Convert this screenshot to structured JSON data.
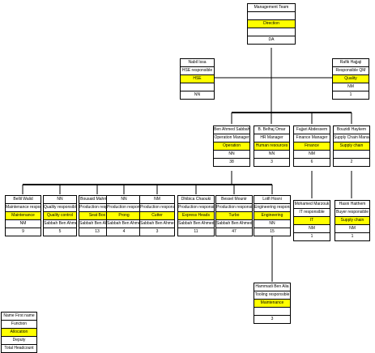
{
  "colors": {
    "highlight": "#ffff00",
    "border": "#000000",
    "background": "#ffffff"
  },
  "nodes": [
    {
      "id": "ceo",
      "cells": [
        "Management Team",
        "",
        "Direction",
        "",
        "DA"
      ]
    },
    {
      "id": "hse",
      "cells": [
        "Nabil Issa",
        "HSE responsible",
        "HSE",
        "",
        "NN"
      ]
    },
    {
      "id": "quality",
      "cells": [
        "Rafik Hajjaji",
        "Responsible QM",
        "Quality",
        "NM",
        "1"
      ]
    },
    {
      "id": "ops",
      "cells": [
        "Ben Ahmed Sabbah",
        "Operation Manager",
        "Operation",
        "NN",
        "38"
      ]
    },
    {
      "id": "hr",
      "cells": [
        "B. Belhaj Omar",
        "HR Manager",
        "Human resources",
        "NN",
        "3"
      ]
    },
    {
      "id": "finance",
      "cells": [
        "Fajjari Abdessem",
        "Finance Manager",
        "Finance",
        "NM",
        "6"
      ]
    },
    {
      "id": "scm",
      "cells": [
        "Bouzidi Haykem",
        "Supply Chain Manager",
        "Supply chain",
        "",
        "2"
      ]
    },
    {
      "id": "it",
      "cells": [
        "Mohamed Marzouk",
        "IT responsible",
        "IT",
        "NM",
        "1"
      ]
    },
    {
      "id": "buyer",
      "cells": [
        "Hasni Haithem",
        "Buyer responsible",
        "Supply chain",
        "NM",
        "1"
      ]
    },
    {
      "id": "maint",
      "cells": [
        "Bellil Walid",
        "Maintenance responsible",
        "Maintenance",
        "NM",
        "9"
      ]
    },
    {
      "id": "qc",
      "cells": [
        "NN",
        "Quality responsible",
        "Quality control",
        "Sabbah Ben Ahmed",
        "5"
      ]
    },
    {
      "id": "seatbox",
      "cells": [
        "Bousaid Mahmoud",
        "Production responsible",
        "Seat Box",
        "Sabbah Ben Ahmed",
        "13"
      ]
    },
    {
      "id": "prong",
      "cells": [
        "NN",
        "Production responsible",
        "Prong",
        "Sabbah Ben Ahmed",
        "4"
      ]
    },
    {
      "id": "cutter",
      "cells": [
        "NM",
        "Production responsible",
        "Cutter",
        "Sabbah Ben Ahmed",
        "3"
      ]
    },
    {
      "id": "expheads",
      "cells": [
        "Dhibica Chaouki",
        "Production responsible",
        "Express Heads",
        "Sabbah Ben Ahmed",
        "11"
      ]
    },
    {
      "id": "turbo",
      "cells": [
        "Bessel Mounir",
        "Production responsible",
        "Turbo",
        "Sabbah Ben Ahmed",
        "47"
      ]
    },
    {
      "id": "eng",
      "cells": [
        "Lotfi Hosni",
        "Engineering responsible",
        "Engineering",
        "NN",
        "15"
      ]
    },
    {
      "id": "tooling",
      "cells": [
        "Hammadi Ben Alia",
        "Tooling responsible",
        "Maintenance",
        "",
        "3"
      ]
    },
    {
      "id": "legend",
      "cells": [
        "Name First name",
        "Function",
        "Allocation",
        "Deputy",
        "Total Headcount"
      ]
    }
  ]
}
